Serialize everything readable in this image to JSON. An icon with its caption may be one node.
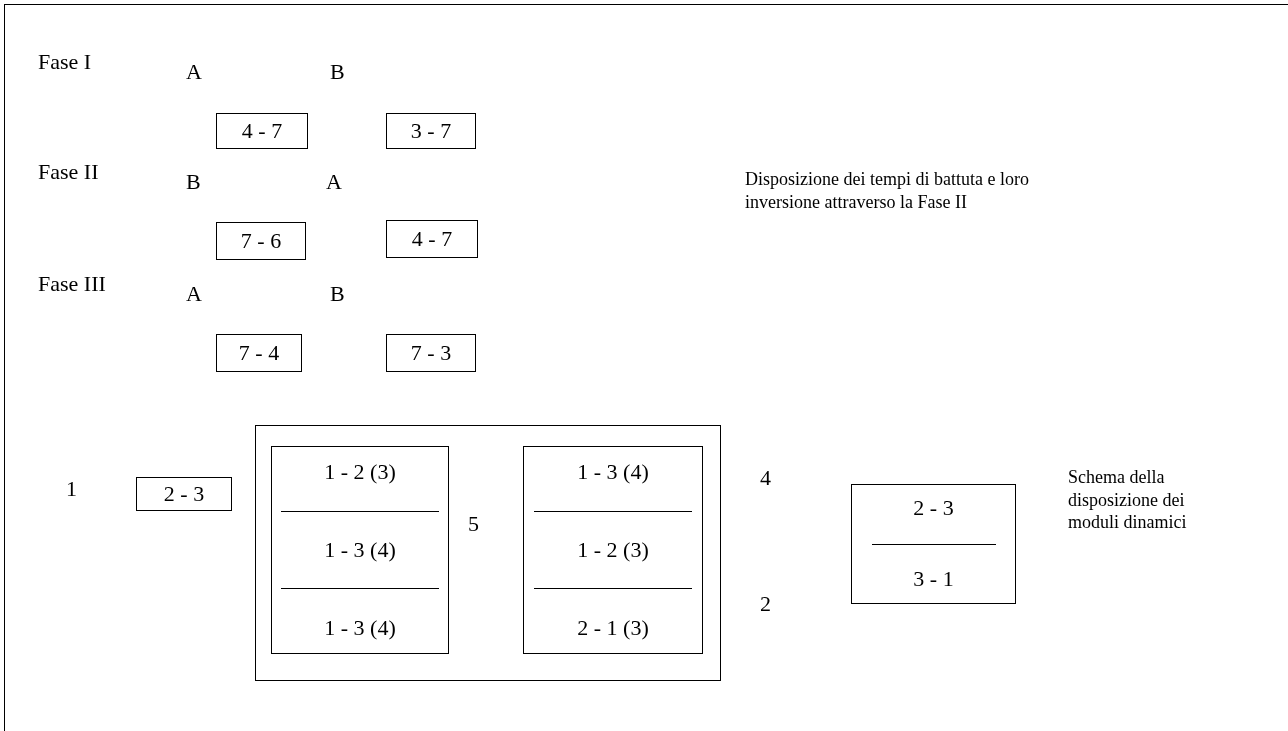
{
  "diagram": {
    "nodes": [
      {
        "text": [
          "4 - 7"
        ]
      },
      {
        "text": [
          "3 - 7"
        ]
      },
      {
        "text": [
          "7 - 6"
        ]
      },
      {
        "text": [
          "4 - 7"
        ]
      },
      {
        "text": [
          "7 - 4"
        ]
      },
      {
        "text": [
          "7 - 3"
        ]
      },
      {
        "text": [
          "2 - 3"
        ]
      },
      {
        "text": [],
        "shape": "box"
      },
      {
        "text": [
          "1 - 2 (3)",
          "1 - 3 (4)",
          "1 - 3 (4)"
        ],
        "in": 7
      },
      {
        "text": [
          "1 - 3 (4)",
          "1 - 2 (3)",
          "2 - 1 (3)"
        ],
        "in": 7
      },
      {
        "text": [
          "2 - 3",
          "3 - 1"
        ]
      }
    ],
    "edges": [],
    "labels": [
      "Fase I",
      "A",
      "B",
      "Fase II",
      "B",
      "A",
      "Disposizione dei tempi di battuta e loro inversione attraverso la Fase II",
      "Fase III",
      "A",
      "B",
      "1",
      "5",
      "4",
      "Schema della disposizione dei moduli dinamici",
      "2"
    ]
  }
}
